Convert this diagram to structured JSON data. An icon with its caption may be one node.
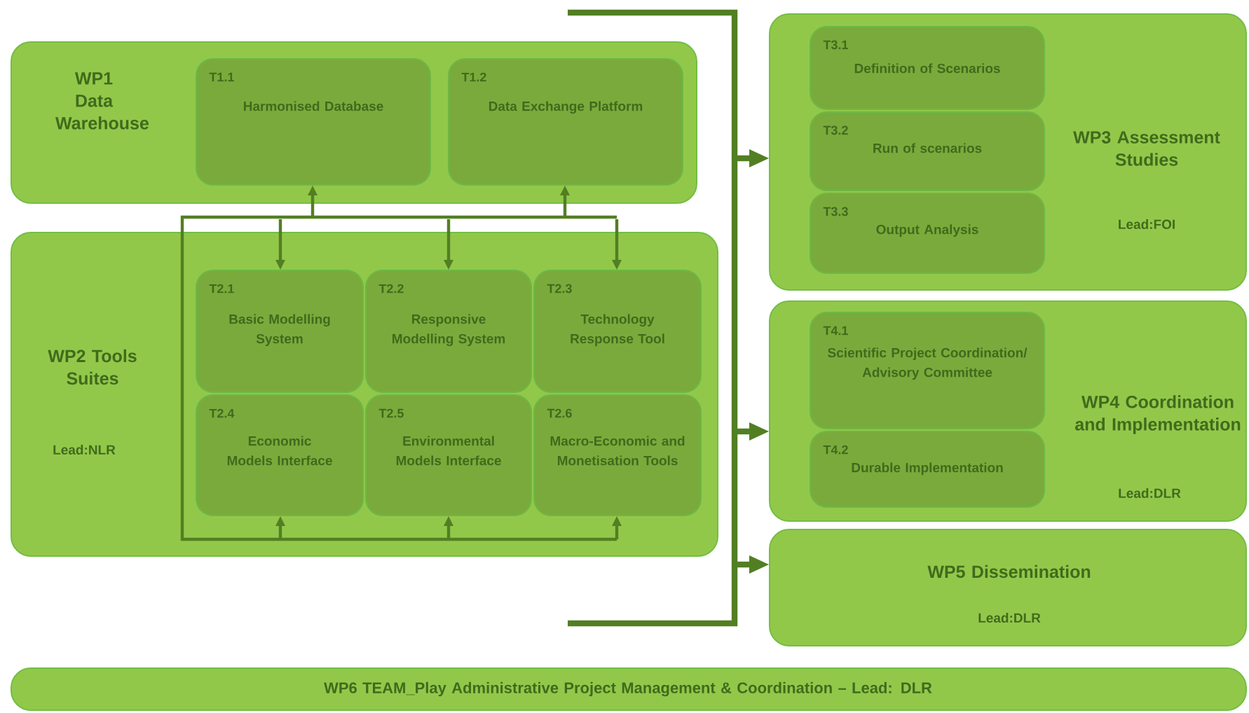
{
  "diagram": {
    "nodes": [
      {
        "text": [
          "WP1 Data Warehouse"
        ]
      },
      {
        "text": [
          "T1.1",
          "Harmonised Database"
        ],
        "in": 0
      },
      {
        "text": [
          "T1.2",
          "Data Exchange Platform"
        ],
        "in": 0
      },
      {
        "text": [
          "WP2 Tools Suites",
          "Lead:NLR"
        ]
      },
      {
        "text": [
          "T2.1",
          "Basic Modelling System"
        ],
        "in": 3
      },
      {
        "text": [
          "T2.2",
          "Responsive Modelling System"
        ],
        "in": 3
      },
      {
        "text": [
          "T2.3",
          "Technology Response Tool"
        ],
        "in": 3
      },
      {
        "text": [
          "T2.4",
          "Economic Models Interface"
        ],
        "in": 3
      },
      {
        "text": [
          "T2.5",
          "Environmental Models Interface"
        ],
        "in": 3
      },
      {
        "text": [
          "T2.6",
          "Macro-Economic and Monetisation Tools"
        ],
        "in": 3
      },
      {
        "text": [
          "WP3 Assessment Studies",
          "Lead:FOI"
        ]
      },
      {
        "text": [
          "T3.1",
          "Definition of Scenarios"
        ],
        "in": 10
      },
      {
        "text": [
          "T3.2",
          "Run of scenarios"
        ],
        "in": 10
      },
      {
        "text": [
          "T3.3",
          "Output Analysis"
        ],
        "in": 10
      },
      {
        "text": [
          "WP4 Coordination and Implementation",
          "Lead:DLR"
        ]
      },
      {
        "text": [
          "T4.1",
          "Scientific Project Coordination/ Advisory Committee"
        ],
        "in": 14
      },
      {
        "text": [
          "T4.2",
          "Durable Implementation"
        ],
        "in": 14
      },
      {
        "text": [
          "WP5 Dissemination",
          "Lead:DLR"
        ]
      },
      {
        "text": [
          "WP6 TEAM_Play Administrative Project Management & Coordination – Lead: DLR"
        ]
      }
    ],
    "edges": [
      {
        "from": null,
        "to": 1,
        "arrow": "to"
      },
      {
        "from": null,
        "to": 2,
        "arrow": "to"
      },
      {
        "from": null,
        "to": 4,
        "arrow": "to"
      },
      {
        "from": null,
        "to": 5,
        "arrow": "to"
      },
      {
        "from": null,
        "to": 6,
        "arrow": "to"
      },
      {
        "from": null,
        "to": 7,
        "arrow": "to"
      },
      {
        "from": null,
        "to": 8,
        "arrow": "to"
      },
      {
        "from": null,
        "to": 9,
        "arrow": "to"
      },
      {
        "from": null,
        "to": 10,
        "arrow": "to",
        "style": "thick"
      },
      {
        "from": null,
        "to": 14,
        "arrow": "to",
        "style": "thick"
      },
      {
        "from": null,
        "to": 17,
        "arrow": "to",
        "style": "thick"
      }
    ]
  }
}
